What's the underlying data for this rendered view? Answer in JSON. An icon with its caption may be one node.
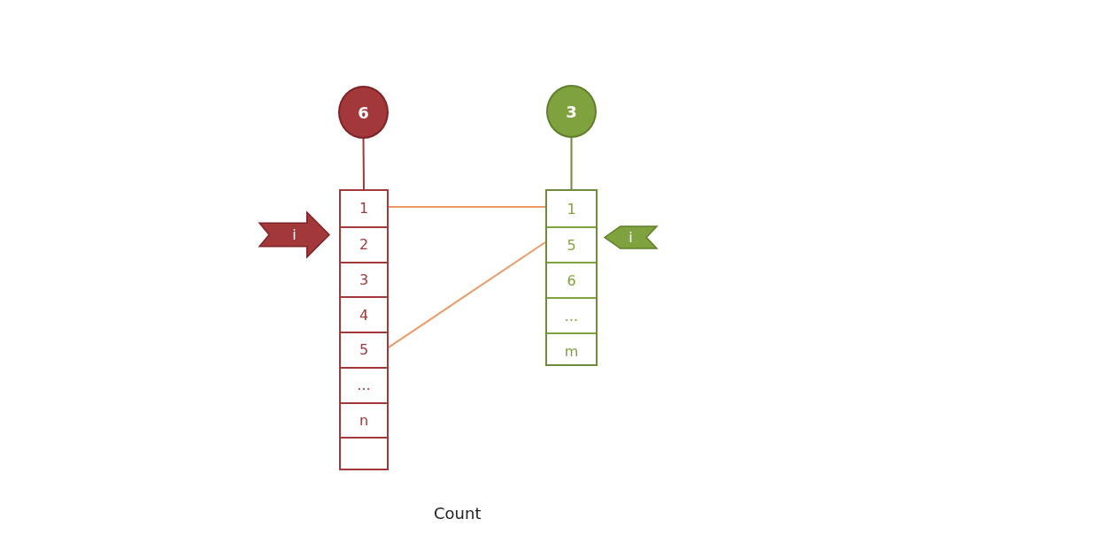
{
  "diagram": {
    "nodes": [
      {
        "text": [
          "6"
        ]
      },
      {
        "text": [],
        "shape": "box"
      },
      {
        "text": [
          "1"
        ],
        "in": 1
      },
      {
        "text": [
          "2"
        ],
        "in": 1
      },
      {
        "text": [
          "3"
        ],
        "in": 1
      },
      {
        "text": [
          "4"
        ],
        "in": 1
      },
      {
        "text": [
          "5"
        ],
        "in": 1
      },
      {
        "text": [
          "..."
        ],
        "in": 1
      },
      {
        "text": [
          "n"
        ],
        "in": 1
      },
      {
        "text": [],
        "shape": "box",
        "in": 1
      },
      {
        "text": [
          "3"
        ]
      },
      {
        "text": [],
        "shape": "box"
      },
      {
        "text": [
          "1"
        ],
        "in": 11
      },
      {
        "text": [
          "5"
        ],
        "in": 11
      },
      {
        "text": [
          "6"
        ],
        "in": 11
      },
      {
        "text": [
          "..."
        ],
        "in": 11
      },
      {
        "text": [
          "m"
        ],
        "in": 11
      },
      {
        "text": [
          "i"
        ]
      },
      {
        "text": [
          "i"
        ]
      }
    ],
    "edges": [
      {
        "from": 0,
        "to": 1,
        "arrow": "none",
        "color": "#a3383b"
      },
      {
        "from": 10,
        "to": 11,
        "arrow": "none",
        "color": "#6f8a3a"
      },
      {
        "from": 2,
        "to": 12,
        "arrow": "none",
        "color": "#eb9a66"
      },
      {
        "from": 6,
        "to": 13,
        "arrow": "none",
        "color": "#eb9a66"
      }
    ],
    "labels": [
      "Count"
    ]
  }
}
